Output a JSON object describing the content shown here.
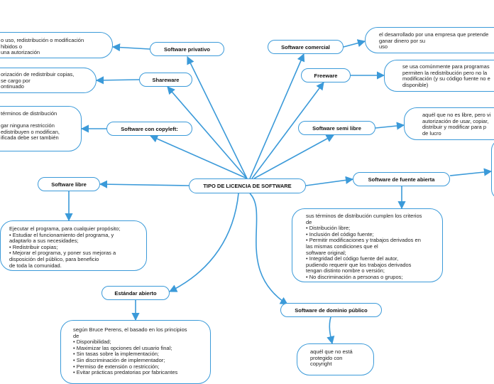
{
  "colors": {
    "edge": "#3b9ad9",
    "border": "#3b9ad9"
  },
  "center": "TIPO DE LICENCIA DE SOFTWARE",
  "branches": {
    "privativo": "Software privativo",
    "shareware": "Shareware",
    "copyleft": "Software con copyleft:",
    "libre": "Software libre",
    "estandar": "Estándar abierto",
    "comercial": "Software comercial",
    "freeware": "Freeware",
    "semilibre": "Software semi libre",
    "fuente_abierta": "Software de fuente abierta",
    "dominio_publico": "Software de dominio público"
  },
  "notes": {
    "privativo": "o uso, redistribución o modificación\nhibidos o\nuna autorización",
    "shareware": "orización de redistribuir copias,\nse cargo por\nontinuado",
    "copyleft": "términos de distribución\n\ngar ninguna restricción\nedistribuyen o modifican,\nificada debe ser también",
    "libre": "Ejecutar el programa, para cualquier propósito;\n• Estudiar el funcionamiento del programa, y\nadaptarlo a sus necesidades;\n• Redistribuir copias;\n• Mejorar el programa, y poner sus mejoras a\ndisposición del público, para beneficio\nde toda la comunidad.",
    "estandar": "según Bruce Perens, el basado en los principios\nde\n• Disponibilidad;\n• Maximizar las opciones del usuario final;\n• Sin tasas sobre la implementación;\n• Sin discriminación de implementador;\n• Permiso de extensión o restricción;\n• Evitar prácticas predatorias por fabricantes",
    "comercial": "el desarrollado por una empresa que pretende\nganar dinero por su\nuso",
    "freeware": "se usa comúnmente para programas\npermiten la redistribución pero no la\nmodificación (y su código fuente no e\ndisponible)",
    "semilibre": "aquél que no es libre, pero vi\nautorización de usar, copiar,\ndistribuir y modificar para p\nde lucro",
    "fuente_abierta": "sus términos de distribución cumplen los criterios\nde\n• Distribución libre;\n• Inclusión del código fuente;\n• Permitir modificaciones y trabajos derivados en\nlas mismas condiciones que el\nsoftware original;\n• Integridad del código fuente del autor,\npudiendo requerir que los trabajos derivados\ntengan distinto nombre o versión;\n• No discriminación a personas o grupos;",
    "dominio_publico": "aquél que no está\nprotegido con\ncopyright"
  }
}
